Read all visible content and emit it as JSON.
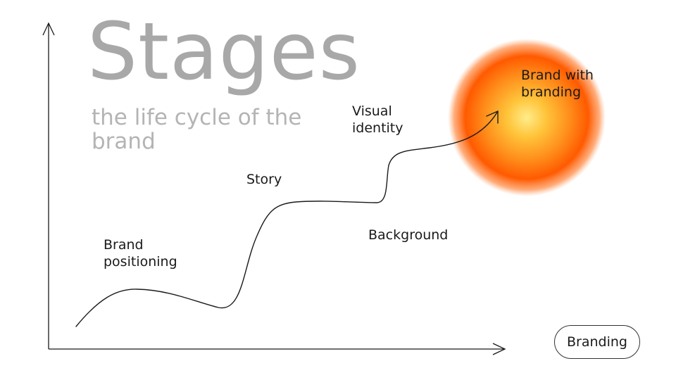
{
  "title": "Stages",
  "subtitle": "the life cycle of the brand",
  "stages": {
    "brand_positioning": "Brand positioning",
    "story": "Story",
    "visual_identity": "Visual identity",
    "background": "Background",
    "brand_with_branding": "Brand with branding"
  },
  "button": {
    "label": "Branding"
  },
  "colors": {
    "title": "#a8a8a8",
    "subtitle": "#b4b4b4",
    "line": "#1a1a1a",
    "glow_center": "#ffe27a",
    "glow_mid": "#ff8a1e",
    "glow_outer": "#ff4a00"
  }
}
